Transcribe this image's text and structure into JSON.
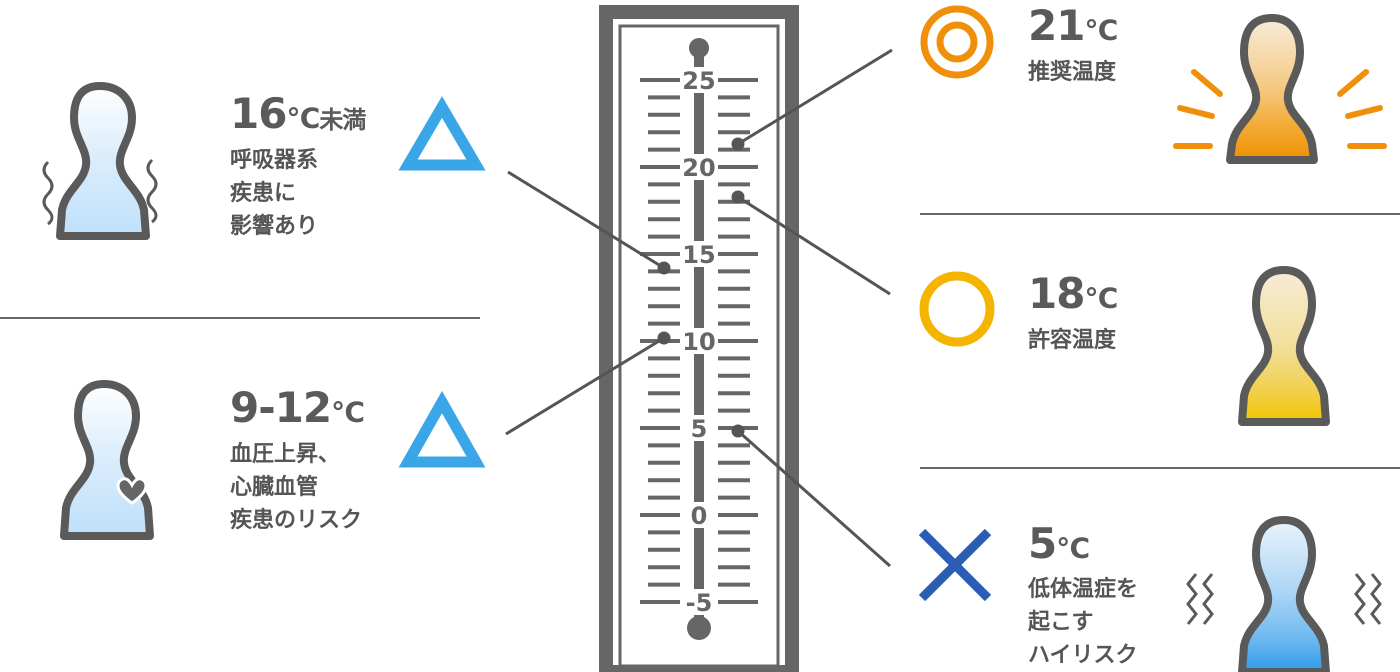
{
  "thermometer": {
    "ticks": [
      "25",
      "20",
      "15",
      "10",
      "5",
      "0",
      "-5"
    ]
  },
  "left_items": [
    {
      "temp": "16",
      "unit": "℃",
      "suffix": "未満",
      "lines": [
        "呼吸器系",
        "疾患に",
        "影響あり"
      ],
      "mark": "triangle"
    },
    {
      "temp": "9-12",
      "unit": "℃",
      "suffix": "",
      "lines": [
        "血圧上昇、",
        "心臓血管",
        "疾患のリスク"
      ],
      "mark": "triangle"
    }
  ],
  "right_items": [
    {
      "temp": "21",
      "unit": "℃",
      "lines": [
        "推奨温度"
      ],
      "mark": "double-circle"
    },
    {
      "temp": "18",
      "unit": "℃",
      "lines": [
        "許容温度"
      ],
      "mark": "circle"
    },
    {
      "temp": "5",
      "unit": "℃",
      "lines": [
        "低体温症を",
        "起こす",
        "ハイリスク"
      ],
      "mark": "cross"
    }
  ],
  "colors": {
    "gray": "#666666",
    "light_blue": "#3aa6e8",
    "orange": "#f0900a",
    "yellow": "#f5b400",
    "dark_blue": "#2c5db5"
  }
}
